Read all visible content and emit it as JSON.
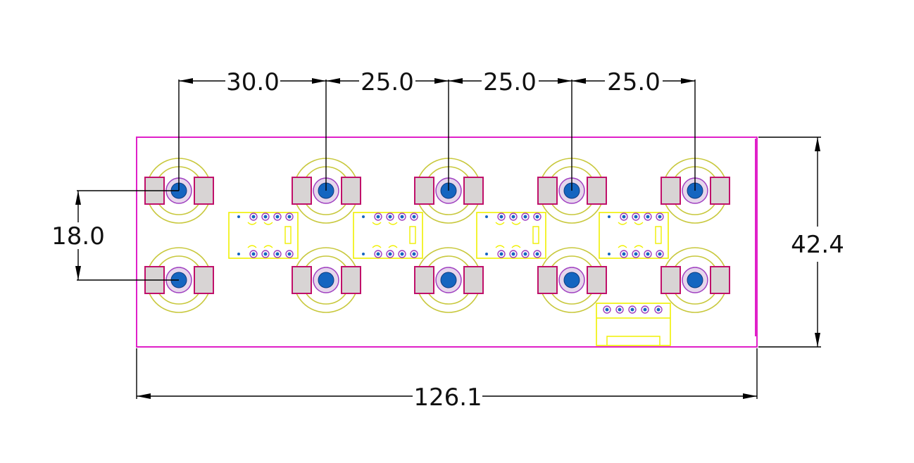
{
  "dimensions": {
    "top": [
      "30.0",
      "25.0",
      "25.0",
      "25.0"
    ],
    "left": "18.0",
    "right": "42.4",
    "bottom": "126.1"
  },
  "colors": {
    "board_outline": "#e020c8",
    "silkscreen": "#f0f000",
    "led_ring": "#c8c83c",
    "pad_fill": "#d8d4d4",
    "pad_outline": "#c0106a",
    "via_fill": "#1565c0",
    "via_ring": "#a040c0",
    "dimension": "#000000"
  }
}
